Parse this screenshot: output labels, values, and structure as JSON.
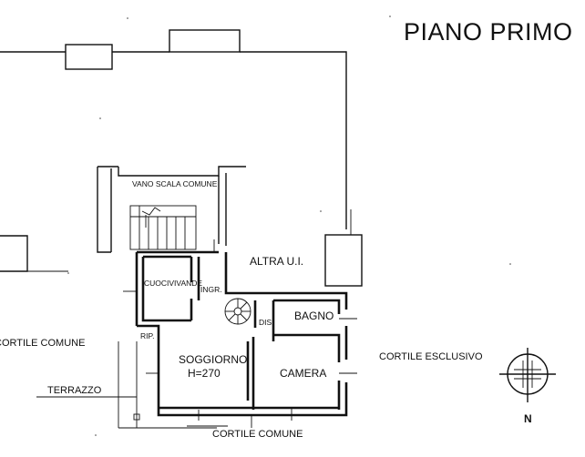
{
  "title": "PIANO PRIMO",
  "rooms": {
    "stair": "VANO SCALA COMUNE",
    "altra": "ALTRA U.I.",
    "cucina": "CUOCIVIVANDE",
    "ingresso": "INGR.",
    "disimpegno": "DIS.",
    "bagno": "BAGNO",
    "ripostiglio": "RIP.",
    "soggiorno": "SOGGIORNO",
    "soggiorno_height": "H=270",
    "camera": "CAMERA"
  },
  "surroundings": {
    "cortile_comune_left": "CORTILE COMUNE",
    "cortile_esclusivo": "CORTILE ESCLUSIVO",
    "terrazzo": "TERRAZZO",
    "cortile_comune_bottom": "CORTILE COMUNE"
  },
  "compass": {
    "north_label": "N"
  }
}
